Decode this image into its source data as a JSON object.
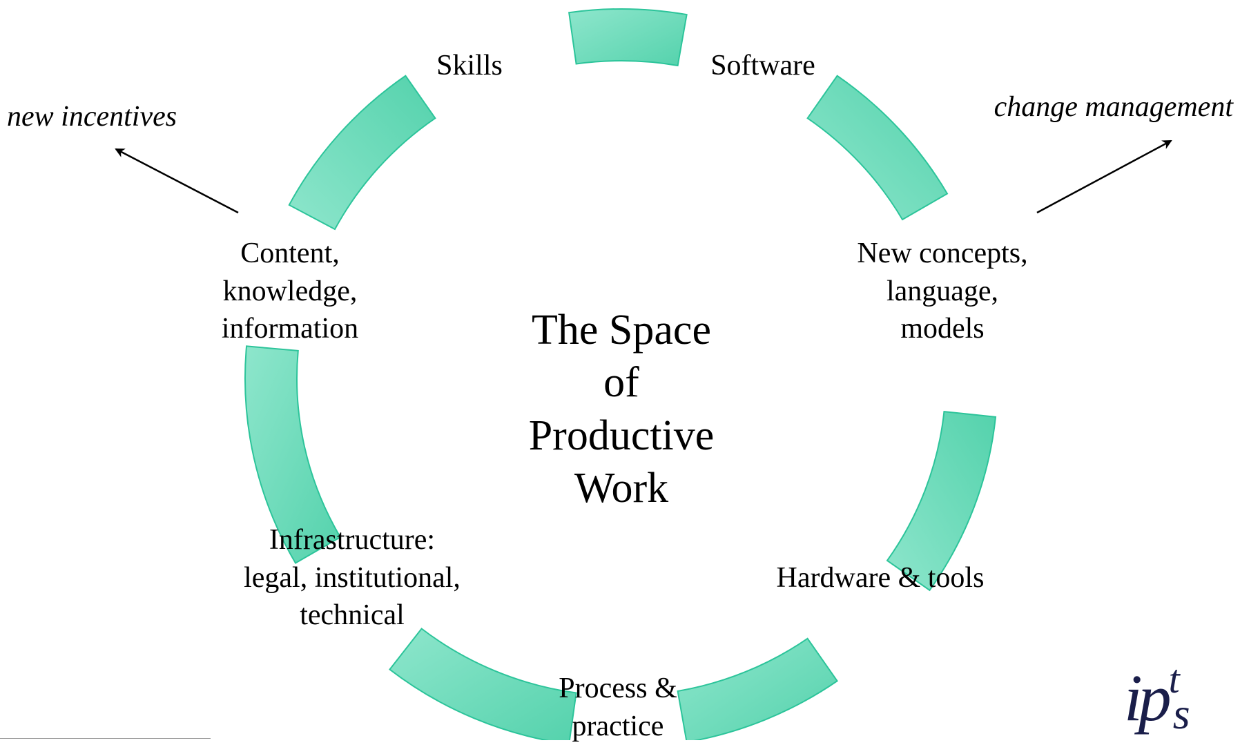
{
  "diagram": {
    "center_title": "The Space\nof\nProductive\nWork",
    "nodes": [
      {
        "id": "skills",
        "label": "Skills"
      },
      {
        "id": "software",
        "label": "Software"
      },
      {
        "id": "new-concepts",
        "label": "New concepts,\nlanguage,\nmodels"
      },
      {
        "id": "hardware",
        "label": "Hardware & tools"
      },
      {
        "id": "process",
        "label": "Process &\npractice"
      },
      {
        "id": "infrastructure",
        "label": "Infrastructure:\nlegal, institutional,\ntechnical"
      },
      {
        "id": "content",
        "label": "Content,\nknowledge,\ninformation"
      }
    ],
    "side_notes": {
      "left": "new incentives",
      "right": "change management"
    },
    "logo": "ipts"
  },
  "colors": {
    "segment_light": "#8ee6cc",
    "segment_dark": "#54d2ac",
    "segment_stroke": "#2cc49a",
    "arrow": "#000000",
    "logo": "#1a1e4a"
  }
}
